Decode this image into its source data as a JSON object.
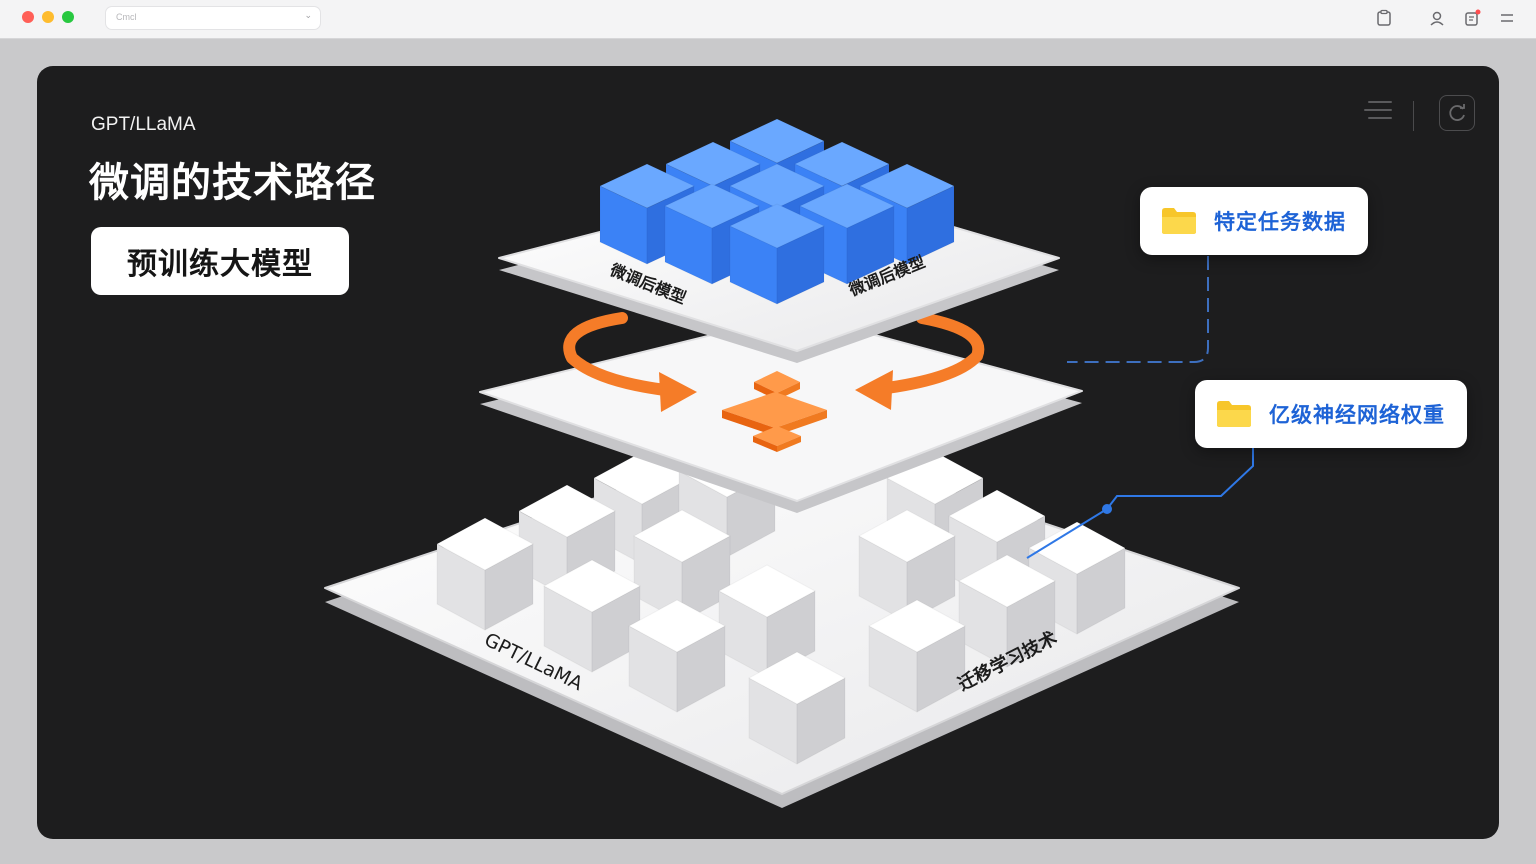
{
  "browser": {
    "address_text": "Cmcl"
  },
  "slide": {
    "overline": "GPT/LLaMA",
    "title": "微调的技术路径",
    "badge": "预训练大模型",
    "callouts": {
      "task_data": "特定任务数据",
      "weights": "亿级神经网络权重"
    },
    "plate_labels": {
      "top_left": "微调后模型",
      "top_right": "微调后模型",
      "base_left": "GPT/LLaMA",
      "base_right": "迁移学习技术"
    }
  },
  "colors": {
    "panel": "#1d1d1e",
    "cube_blue": "#3b82f6",
    "accent_orange": "#f57c28",
    "link_blue": "#1e63d6",
    "folder_yellow": "#f7c62a"
  }
}
